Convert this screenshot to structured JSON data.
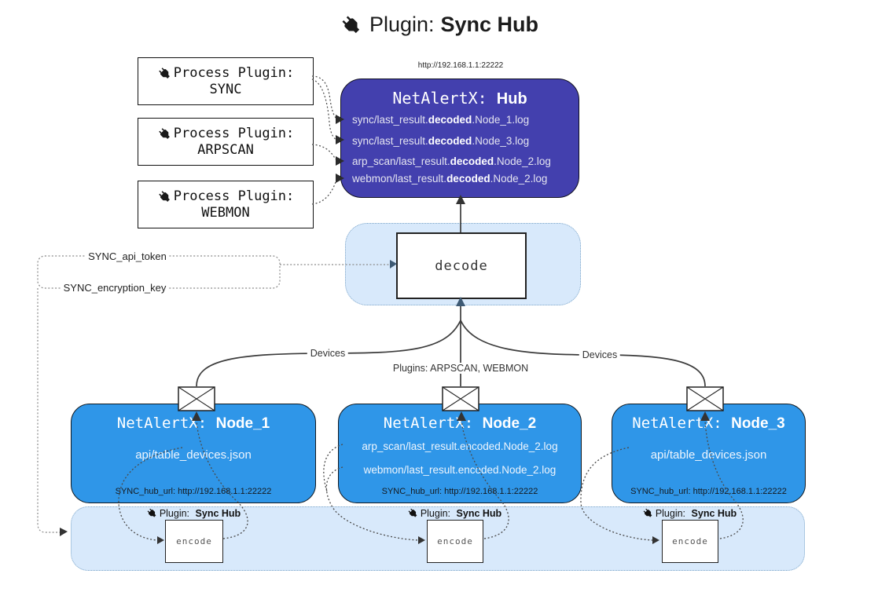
{
  "title": {
    "prefix": "Plugin:",
    "name": "Sync Hub"
  },
  "hub": {
    "url": "http://192.168.1.1:22222",
    "app": "NetAlertX:",
    "name": "Hub",
    "logs": [
      {
        "pre": "sync/last_result.",
        "bold": "decoded",
        "post": ".Node_1.log"
      },
      {
        "pre": "sync/last_result.",
        "bold": "decoded",
        "post": ".Node_3.log"
      },
      {
        "pre": "arp_scan/last_result.",
        "bold": "decoded",
        "post": ".Node_2.log"
      },
      {
        "pre": "webmon/last_result.",
        "bold": "decoded",
        "post": ".Node_2.log"
      }
    ]
  },
  "process_plugins": [
    {
      "label": "Process Plugin:",
      "name": "SYNC"
    },
    {
      "label": "Process Plugin:",
      "name": "ARPSCAN"
    },
    {
      "label": "Process Plugin:",
      "name": "WEBMON"
    }
  ],
  "decode": {
    "label": "decode"
  },
  "config": {
    "api_token": "SYNC_api_token",
    "encryption_key": "SYNC_encryption_key"
  },
  "edges": {
    "devices_left": "Devices",
    "devices_right": "Devices",
    "plugins_center": "Plugins: ARPSCAN, WEBMON"
  },
  "nodes": [
    {
      "app": "NetAlertX:",
      "name": "Node_1",
      "files": [
        "api/table_devices.json"
      ],
      "hub_url": "SYNC_hub_url: http://192.168.1.1:22222"
    },
    {
      "app": "NetAlertX:",
      "name": "Node_2",
      "files": [
        "arp_scan/last_result.encoded.Node_2.log",
        "webmon/last_result.encoded.Node_2.log"
      ],
      "hub_url": "SYNC_hub_url: http://192.168.1.1:22222"
    },
    {
      "app": "NetAlertX:",
      "name": "Node_3",
      "files": [
        "api/table_devices.json"
      ],
      "hub_url": "SYNC_hub_url: http://192.168.1.1:22222"
    }
  ],
  "encoders": [
    {
      "prefix": "Plugin:",
      "name": "Sync Hub",
      "label": "encode"
    },
    {
      "prefix": "Plugin:",
      "name": "Sync Hub",
      "label": "encode"
    },
    {
      "prefix": "Plugin:",
      "name": "Sync Hub",
      "label": "encode"
    }
  ],
  "colors": {
    "hub_bg": "#4340ae",
    "node_bg": "#2f96e8",
    "band_bg": "#d8e9fb",
    "band_border": "#7ea6c8",
    "wire": "#444444"
  }
}
